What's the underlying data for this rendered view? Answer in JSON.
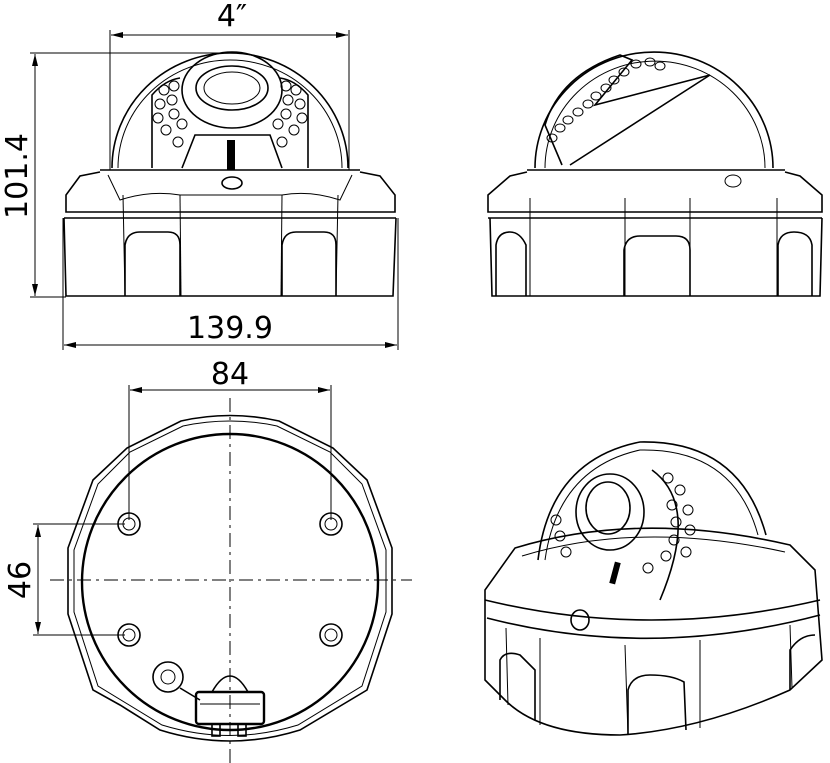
{
  "diagram": {
    "type": "technical-dimension-drawing",
    "subject": "dome camera",
    "views": [
      {
        "id": "front-view",
        "label": "front elevation"
      },
      {
        "id": "side-view",
        "label": "side elevation"
      },
      {
        "id": "bottom-view",
        "label": "bottom / base view"
      },
      {
        "id": "iso-view",
        "label": "isometric view"
      }
    ],
    "dimensions": {
      "dome_width": "4″",
      "height": "101.4",
      "base_width": "139.9",
      "hole_spacing_horizontal": "84",
      "hole_spacing_vertical": "46"
    },
    "colors": {
      "line": "#000000",
      "background": "#ffffff"
    }
  }
}
